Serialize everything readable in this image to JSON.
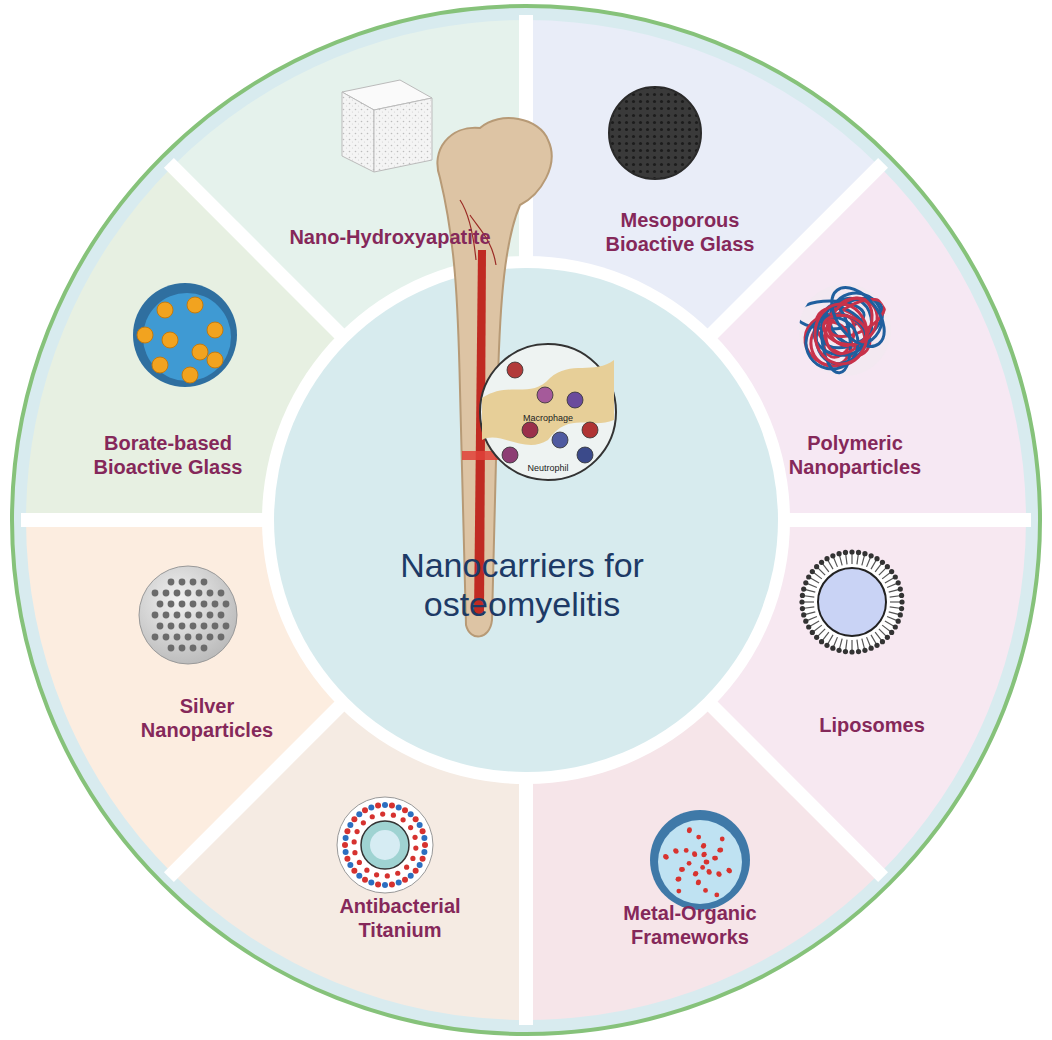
{
  "diagram": {
    "nodes": [
      {
        "text": [
          "Nano-Hydroxyapatite"
        ]
      },
      {
        "text": [
          "Mesoporous Bioactive Glass"
        ]
      },
      {
        "text": [
          "Polymeric Nanoparticles"
        ]
      },
      {
        "text": [
          "Liposomes"
        ]
      },
      {
        "text": [
          "Metal-Organic Frameworks"
        ]
      },
      {
        "text": [
          "Antibacterial Titanium"
        ]
      },
      {
        "text": [
          "Silver Nanoparticles"
        ]
      },
      {
        "text": [
          "Borate-based Bioactive Glass"
        ]
      },
      {
        "text": [
          "Nanocarriers for osteomyelitis"
        ]
      }
    ],
    "labels": [
      "Macrophage",
      "Neutrophil"
    ]
  }
}
